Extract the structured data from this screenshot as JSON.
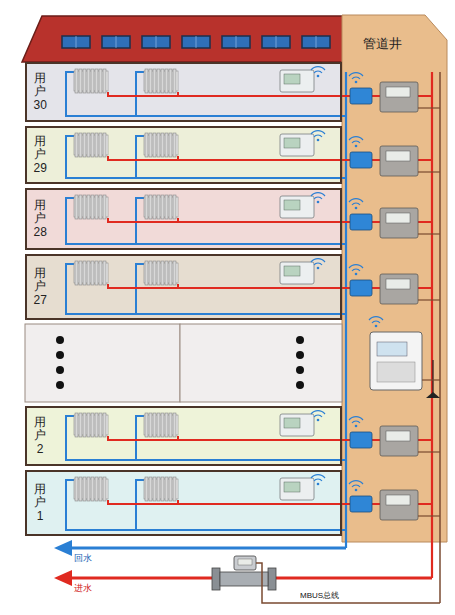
{
  "diagram": {
    "nodes": [
      {
        "text": [
          "管道井"
        ]
      },
      {
        "text": [
          "用户30"
        ]
      },
      {
        "text": [
          "用户29"
        ]
      },
      {
        "text": [
          "用户28"
        ]
      },
      {
        "text": [
          "用户27"
        ]
      },
      {
        "text": [
          "用户2"
        ]
      },
      {
        "text": [
          "用户1"
        ]
      }
    ],
    "labels": [
      "回水",
      "进水",
      "MBUS总线"
    ]
  }
}
